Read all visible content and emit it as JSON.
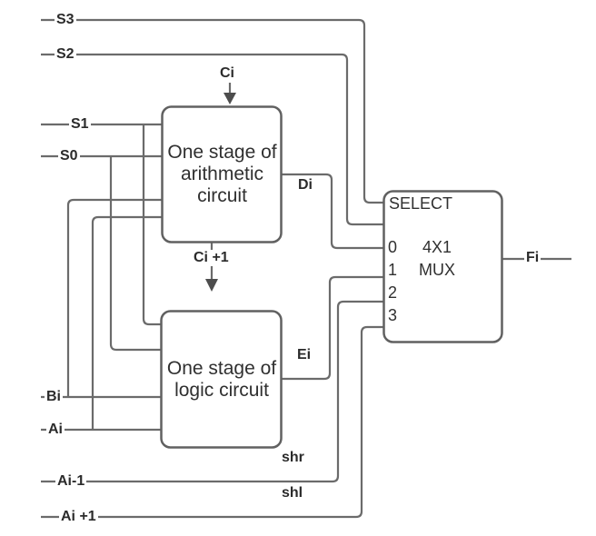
{
  "diagram": {
    "inputs": {
      "s3": "S3",
      "s2": "S2",
      "s1": "S1",
      "s0": "S0",
      "bi": "Bi",
      "ai": "Ai",
      "ai_minus1": "Ai-1",
      "ai_plus1": "Ai +1",
      "ci": "Ci"
    },
    "internal": {
      "ci_plus1": "Ci +1",
      "di": "Di",
      "ei": "Ei",
      "shr": "shr",
      "shl": "shl"
    },
    "output": {
      "fi": "Fi"
    },
    "arithmetic_box": {
      "line1": "One stage of",
      "line2": "arithmetic",
      "line3": "circuit"
    },
    "logic_box": {
      "line1": "One stage of",
      "line2": "logic circuit"
    },
    "mux_box": {
      "header": "SELECT",
      "inputs": [
        "0",
        "1",
        "2",
        "3"
      ],
      "type_line1": "4X1",
      "type_line2": "MUX"
    },
    "colors": {
      "wire": "#6b6b6b",
      "box_border": "#616161",
      "label_text": "#2b2b2b",
      "box_text": "#303030",
      "background": "#ffffff"
    }
  }
}
